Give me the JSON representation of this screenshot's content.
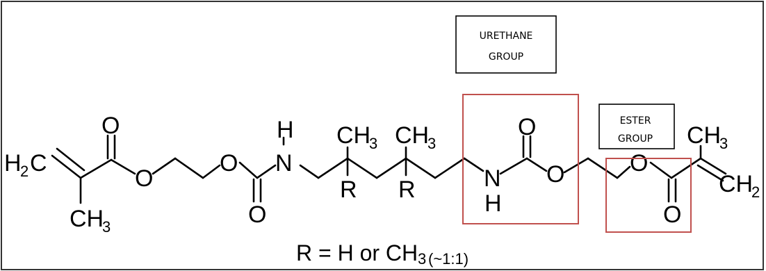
{
  "diagram": {
    "atoms": {
      "h2c_left_main": "H",
      "h2c_left_sub": "2",
      "h2c_left_c": "C",
      "o_carbonyl_1": "O",
      "o_ester_1": "O",
      "ch3_left": "CH",
      "ch3_left_sub": "3",
      "o_ether_2": "O",
      "o_carbonyl_2": "O",
      "h_nh_1": "H",
      "n_nh_1": "N",
      "ch3_mid_1": "CH",
      "ch3_mid_1_sub": "3",
      "ch3_mid_2": "CH",
      "ch3_mid_2_sub": "3",
      "r_1": "R",
      "r_2": "R",
      "n_nh_2": "N",
      "h_nh_2": "H",
      "o_carbonyl_3": "O",
      "o_ester_3": "O",
      "o_ester_4": "O",
      "o_carbonyl_4": "O",
      "ch3_right": "CH",
      "ch3_right_sub": "3",
      "ch2_right": "CH",
      "ch2_right_sub": "2"
    },
    "labels": {
      "urethane_line1": "URETHANE",
      "urethane_line2": "GROUP",
      "ester_line1": "ESTER",
      "ester_line2": "GROUP"
    },
    "legend": {
      "main": "R = H or CH",
      "sub": "3",
      "ratio": "(~1:1)"
    },
    "colors": {
      "highlight_box": "#c0504d",
      "outline": "#000000"
    }
  }
}
